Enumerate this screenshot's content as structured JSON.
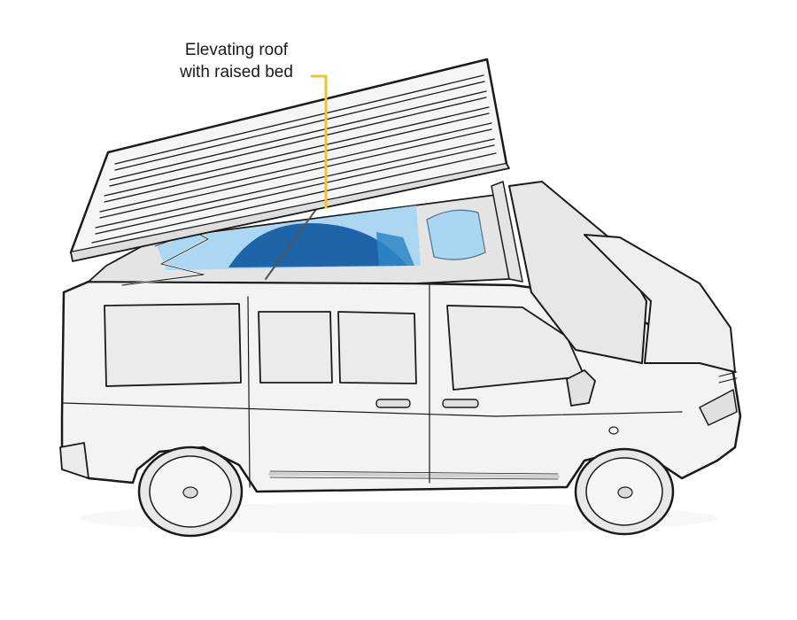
{
  "callout": {
    "line1": "Elevating roof",
    "line2": "with raised bed"
  },
  "colors": {
    "outline": "#1a1a1a",
    "body_fill": "#f3f3f3",
    "shade": "#dedede",
    "callout_line": "#f2c230",
    "bed_light": "#a9d6f2",
    "bed_mid": "#2f86c8",
    "bed_dark": "#1f63a8"
  },
  "icons": [
    "camper-van-illustration"
  ]
}
